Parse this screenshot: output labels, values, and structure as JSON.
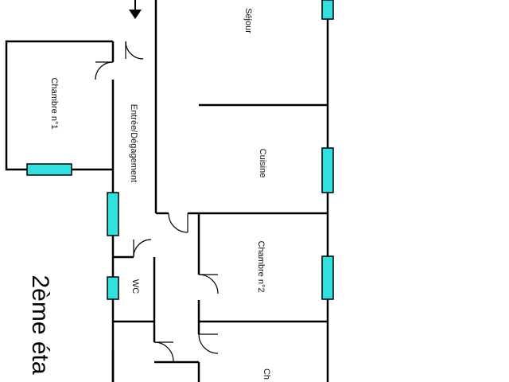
{
  "rooms": {
    "sejour": "Séjour",
    "chambre1": "Chambre n°1",
    "entree": "Entrée/Dégagement",
    "cuisine": "Cuisine",
    "chambre2": "Chambre n°2",
    "wc": "WC",
    "chambre3_partial": "Ch"
  },
  "floor_label": "2ème éta",
  "colors": {
    "window": "#33e0e0",
    "wall": "#000000"
  },
  "icons": {
    "entry": "arrow-down-icon"
  }
}
